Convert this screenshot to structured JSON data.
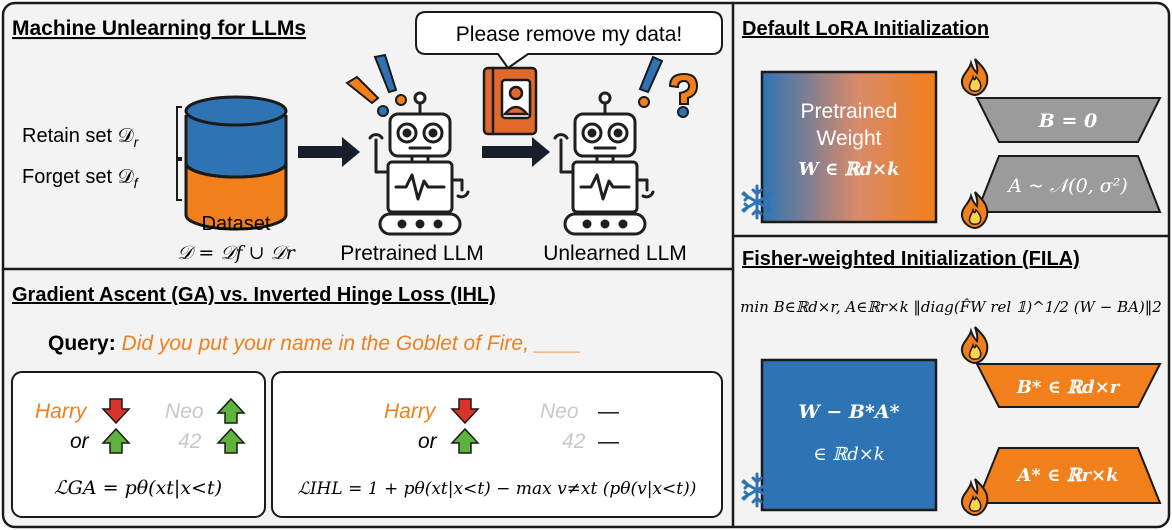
{
  "unlearning": {
    "title": "Machine Unlearning for LLMs",
    "request": "Please remove my data!",
    "retain_label": "Retain set 𝒟",
    "retain_sub": "r",
    "forget_label": "Forget set 𝒟",
    "forget_sub": "f",
    "dataset_label": "Dataset",
    "dataset_formula": "𝒟 = 𝒟f ∪ 𝒟r",
    "pretrained_label": "Pretrained LLM",
    "unlearned_label": "Unlearned LLM"
  },
  "ga_ihl": {
    "title": "Gradient Ascent (GA) vs. Inverted Hinge Loss (IHL)",
    "query_label": "Query:",
    "query_text": "Did you put your name in the Goblet of Fire, ____",
    "ga": {
      "word1": "Harry",
      "word2": "Neo",
      "or": "or",
      "word3": "42",
      "formula": "ℒGA = pθ(xt|x<t)"
    },
    "ihl": {
      "word1": "Harry",
      "word2": "Neo",
      "or": "or",
      "word3": "42",
      "dash": "—",
      "formula": "ℒIHL = 1 + pθ(xt|x<t) − max v≠xt (pθ(v|x<t))"
    }
  },
  "lora": {
    "title": "Default LoRA Initialization",
    "weight_line1": "Pretrained",
    "weight_line2": "Weight",
    "weight_formula": "W ∈ ℝd×k",
    "b_formula": "B = 0",
    "a_formula": "A ~ 𝒩(0, σ²)"
  },
  "fila": {
    "title": "Fisher-weighted Initialization (FILA)",
    "objective": "min B∈ℝd×r, A∈ℝr×k ‖diag(F̂W rel 𝟙)^1/2 (W − BA)‖2",
    "residual_formula": "W − B*A*",
    "residual_space": "∈ ℝd×k",
    "b_star": "B* ∈ ℝd×r",
    "a_star": "A* ∈ ℝr×k"
  },
  "colors": {
    "orange": "#f07f1c",
    "blue": "#2e74b5",
    "gray": "#9b9b9b",
    "light_gray": "#c8c8c8",
    "red_arrow": "#d9332b",
    "green_arrow": "#5db33c",
    "robot_line": "#1f1f1f",
    "book": "#e06a2c",
    "panel_bg": "#f3f3f3"
  },
  "icons": [
    "database-icon",
    "robot-icon",
    "book-user-icon",
    "fire-icon",
    "snowflake-icon",
    "exclamation-icon",
    "question-icon",
    "arrow-down-icon",
    "arrow-up-icon"
  ]
}
